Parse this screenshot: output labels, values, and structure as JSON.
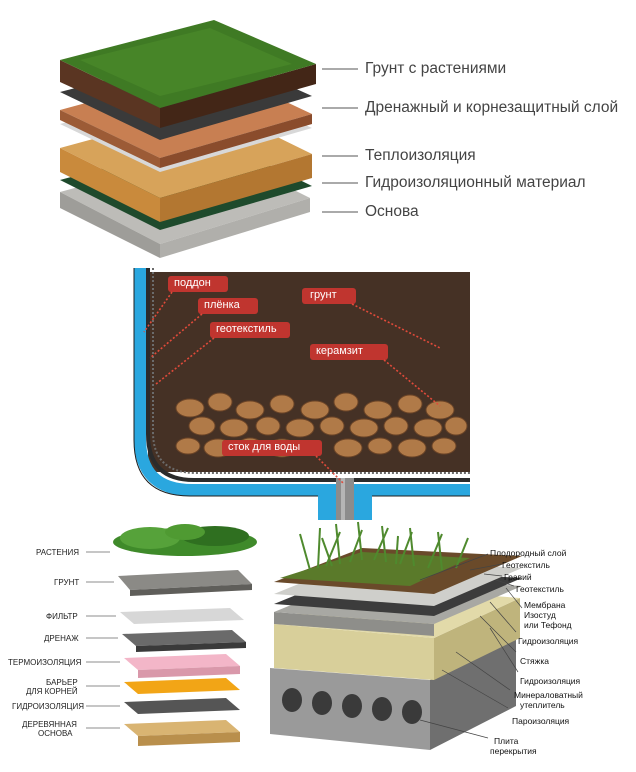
{
  "panel1": {
    "labels": [
      "Грунт с растениями",
      "Дренажный и корнезащитный слой",
      "Теплоизоляция",
      "Гидроизоляционный материал",
      "Основа"
    ]
  },
  "panel2": {
    "labels": {
      "tray": "поддон",
      "film": "плёнка",
      "geotextile": "геотекстиль",
      "soil": "грунт",
      "clay": "керамзит",
      "drain": "сток для воды"
    }
  },
  "panel3": {
    "labels": {
      "plants": "РАСТЕНИЯ",
      "soil": "ГРУНТ",
      "filter": "ФИЛЬТР",
      "drainage": "ДРЕНАЖ",
      "thermal": "ТЕРМОИЗОЛЯЦИЯ",
      "barrier_1": "БАРЬЕР",
      "barrier_2": "ДЛЯ КОРНЕЙ",
      "waterproof": "ГИДРОИЗОЛЯЦИЯ",
      "wood_1": "ДЕРЕВЯННАЯ",
      "wood_2": "ОСНОВА"
    }
  },
  "panel4": {
    "labels": {
      "fertile": "Плодородный слой",
      "geotextile_a": "Геотекстиль",
      "gravel": "Гравий",
      "geotextile_b": "Геотекстиль",
      "membrane_1": "Мембрана",
      "membrane_2": "Изостуд",
      "membrane_3": "или Тефонд",
      "waterproof_a": "Гидроизоляция",
      "screed": "Стяжка",
      "waterproof_b": "Гидроизоляция",
      "mineral_1": "Минераловатный",
      "mineral_2": "утеплитель",
      "vapor": "Пароизоляция",
      "slab_1": "Плита",
      "slab_2": "перекрытия"
    }
  },
  "colors": {
    "grass": "#3f7a24",
    "soil": "#4a2e1e",
    "insulation": "#c98a3c",
    "base": "#a9a9a6",
    "tray": "#2aa7df",
    "label_bg": "#c0352f",
    "pink": "#f3b6c8",
    "amber": "#f2a516"
  }
}
